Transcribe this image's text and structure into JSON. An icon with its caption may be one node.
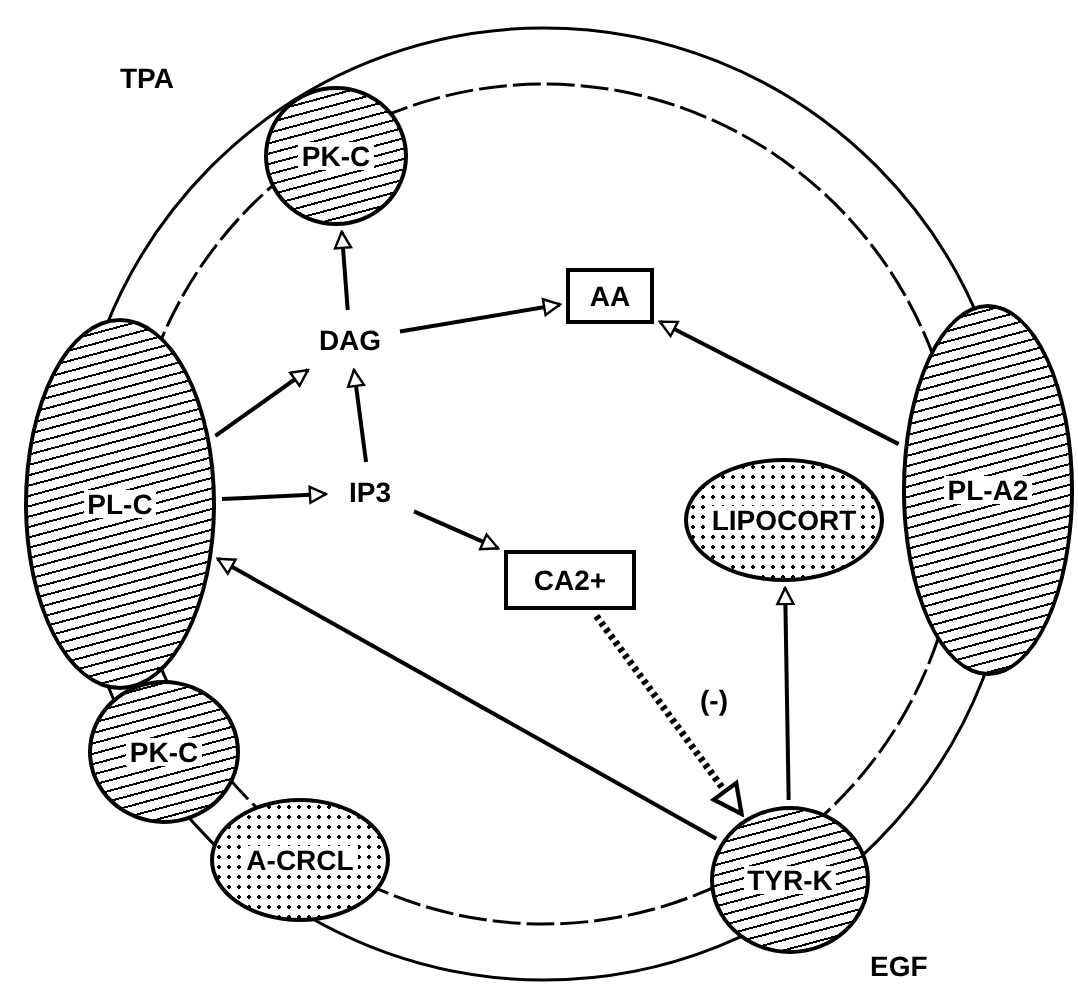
{
  "diagram": {
    "nodes": [
      {
        "text": [
          "PK-C"
        ],
        "beside": [
          "TPA"
        ]
      },
      {
        "text": [
          "DAG"
        ]
      },
      {
        "text": [
          "AA"
        ]
      },
      {
        "text": [
          "PL-C"
        ]
      },
      {
        "text": [
          "IP3"
        ]
      },
      {
        "text": [
          "LIPOCORT"
        ]
      },
      {
        "text": [
          "PL-A2"
        ]
      },
      {
        "text": [
          "CA2+"
        ]
      },
      {
        "text": [
          "PK-C"
        ]
      },
      {
        "text": [
          "A-CRCL"
        ]
      },
      {
        "text": [
          "TYR-K"
        ],
        "beside": [
          "EGF"
        ]
      }
    ],
    "edges": [
      {
        "from": 1,
        "to": 0,
        "arrow": "to"
      },
      {
        "from": 3,
        "to": 1,
        "arrow": "to"
      },
      {
        "from": 4,
        "to": 1,
        "arrow": "to"
      },
      {
        "from": 1,
        "to": 2,
        "arrow": "to"
      },
      {
        "from": 6,
        "to": 2,
        "arrow": "to"
      },
      {
        "from": 3,
        "to": 4,
        "arrow": "to"
      },
      {
        "from": 4,
        "to": 7,
        "arrow": "to"
      },
      {
        "from": 7,
        "to": 10,
        "arrow": "to",
        "label": "(-)",
        "style": "dashed"
      },
      {
        "from": 10,
        "to": 5,
        "arrow": "to"
      },
      {
        "from": 10,
        "to": 3,
        "arrow": "to"
      }
    ]
  }
}
